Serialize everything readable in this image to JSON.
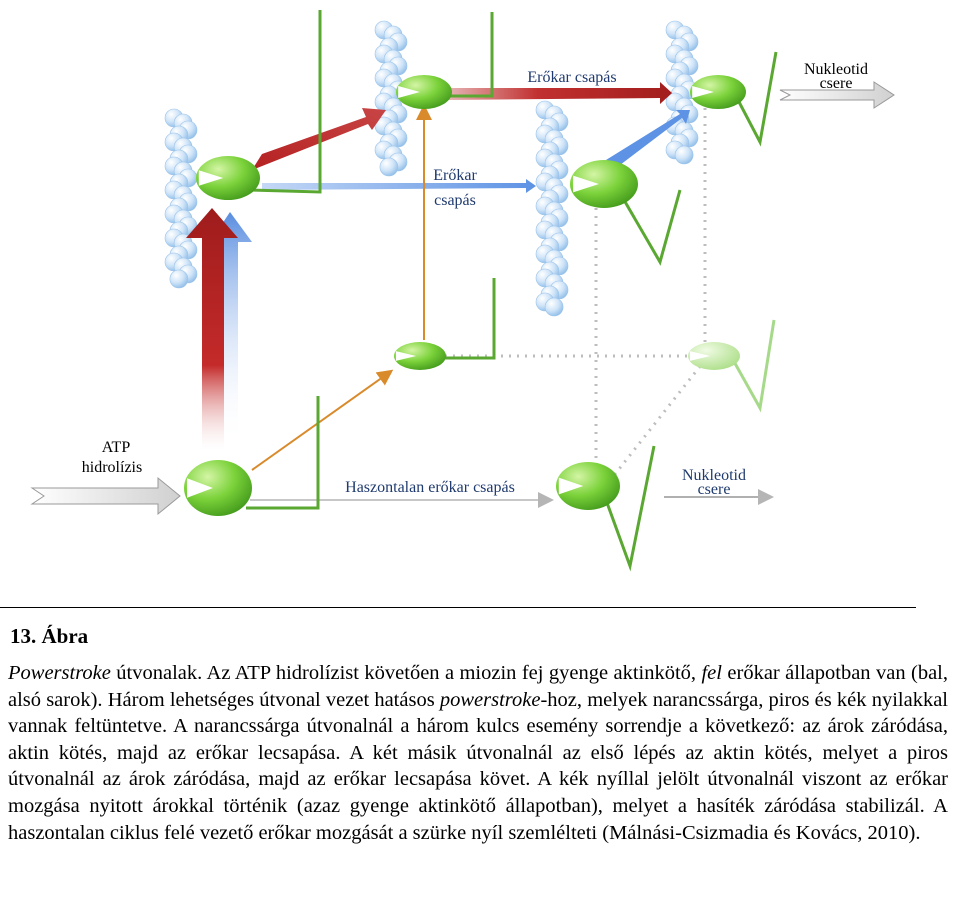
{
  "diagram": {
    "labels": {
      "atp_hydrolysis_line1": "ATP",
      "atp_hydrolysis_line2": "hidrolízis",
      "red_stroke": "Erőkar csapás",
      "blue_stroke_line1": "Erőkar",
      "blue_stroke_line2": "csapás",
      "futile_stroke": "Haszontalan erőkar csapás",
      "nucleotide_exchange_top_line1": "Nukleotid",
      "nucleotide_exchange_top_line2": "csere",
      "nucleotide_exchange_bottom_line1": "Nukleotid",
      "nucleotide_exchange_bottom_line2": "csere"
    },
    "colors": {
      "red_pathway": "#b52121",
      "blue_pathway": "#6e9de6",
      "orange_pathway": "#d98a2b",
      "grey_pathway": "#b5b5b5",
      "myosin_head": "#6cc42a",
      "lever_arm": "#5aa832",
      "actin": "#b9d8f5",
      "label_text": "#1f3a6e"
    }
  },
  "figure": {
    "title": "13. Ábra",
    "caption": {
      "s1_italic": "Powerstroke",
      "s1": " útvonalak.  Az  ATP hidrolízist  követően  a  miozin fej gyenge aktinkötő,  ",
      "s2_italic": "fel",
      "s2": " erőkar állapotban van (bal, alsó sarok). Három lehetséges útvonal vezet hatásos ",
      "s3_italic": "powerstroke",
      "s3": "-hoz, melyek narancssárga,  piros és  kék nyilakkal  vannak  feltüntetve.  A  narancssárga  útvonalnál a három kulcs esemény sorrendje  a következő:  az árok záródása,  aktin  kötés, majd az  erőkar lecsapása.  A két másik  útvonalnál az első lépés az aktin kötés, melyet a piros útvonalnál az  árok záródása, majd az erőkar lecsapása követ.  A kék nyíllal jelölt  útvonalnál viszont az erőkar mozgása nyitott árokkal történik (azaz  gyenge   aktinkötő állapotban),  melyet a  hasíték záródása  stabilizál.  A haszontalan ciklus  felé vezető  erőkar  mozgását a  szürke nyíl szemlélteti (Málnási-Csizmadia és Kovács, 2010)."
    }
  }
}
